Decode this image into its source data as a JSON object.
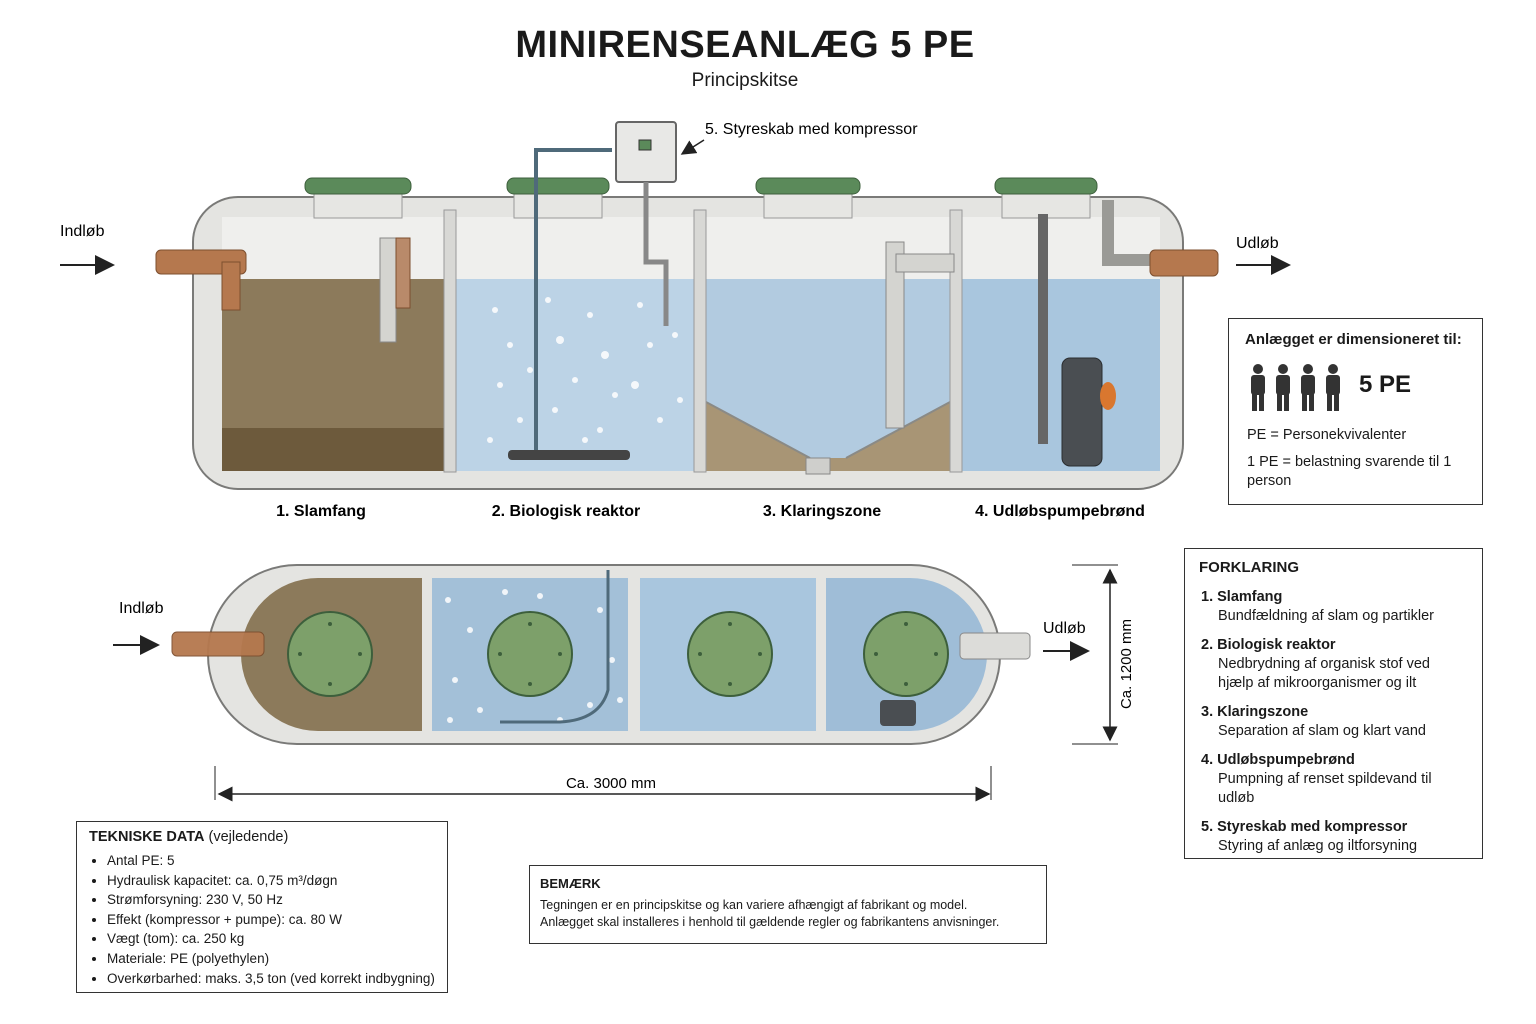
{
  "title": "MINIRENSEANLÆG 5 PE",
  "subtitle": "Principskitse",
  "colors": {
    "sludge": "#8c7a5b",
    "water": "#a9c6de",
    "tank_wall": "#e8e8e6",
    "lid": "#5b8a5a",
    "pipe": "#b5784e"
  },
  "section": {
    "inlet_label": "Indløb",
    "outlet_label": "Udløb",
    "control_label": "5. Styreskab med kompressor",
    "chambers": [
      "1. Slamfang",
      "2. Biologisk reaktor",
      "3. Klaringszone",
      "4. Udløbspumpebrønd"
    ]
  },
  "plan": {
    "inlet_label": "Indløb",
    "outlet_label": "Udløb",
    "length_label": "Ca. 3000 mm",
    "width_label": "Ca. 1200 mm"
  },
  "capacity_box": {
    "heading": "Anlægget er dimensioneret til:",
    "pe_value": "5 PE",
    "definition": "PE = Personekvivalenter",
    "load_text": "1 PE = belastning svarende til 1 person",
    "icons": [
      "person-icon",
      "person-icon",
      "person-icon",
      "person-icon"
    ]
  },
  "legend": {
    "heading": "FORKLARING",
    "items": [
      {
        "name": "1. Slamfang",
        "desc": "Bundfældning af slam og partikler"
      },
      {
        "name": "2. Biologisk reaktor",
        "desc": "Nedbrydning af organisk stof ved hjælp af mikroorganismer og ilt"
      },
      {
        "name": "3. Klaringszone",
        "desc": "Separation af slam og klart vand"
      },
      {
        "name": "4. Udløbspumpebrønd",
        "desc": "Pumpning af renset spildevand til udløb"
      },
      {
        "name": "5. Styreskab med kompressor",
        "desc": "Styring af anlæg og iltforsyning"
      }
    ]
  },
  "tech": {
    "heading_bold": "TEKNISKE DATA",
    "heading_normal": "(vejledende)",
    "items": [
      "Antal PE: 5",
      "Hydraulisk kapacitet: ca. 0,75 m³/døgn",
      "Strømforsyning: 230 V, 50 Hz",
      "Effekt (kompressor + pumpe): ca. 80 W",
      "Vægt (tom): ca. 250 kg",
      "Materiale: PE (polyethylen)",
      "Overkørbarhed: maks. 3,5 ton (ved korrekt indbygning)"
    ]
  },
  "note": {
    "heading": "BEMÆRK",
    "lines": [
      "Tegningen er en principskitse og kan variere afhængigt af fabrikant og model.",
      "Anlægget skal installeres i henhold til gældende regler og fabrikantens anvisninger."
    ]
  }
}
